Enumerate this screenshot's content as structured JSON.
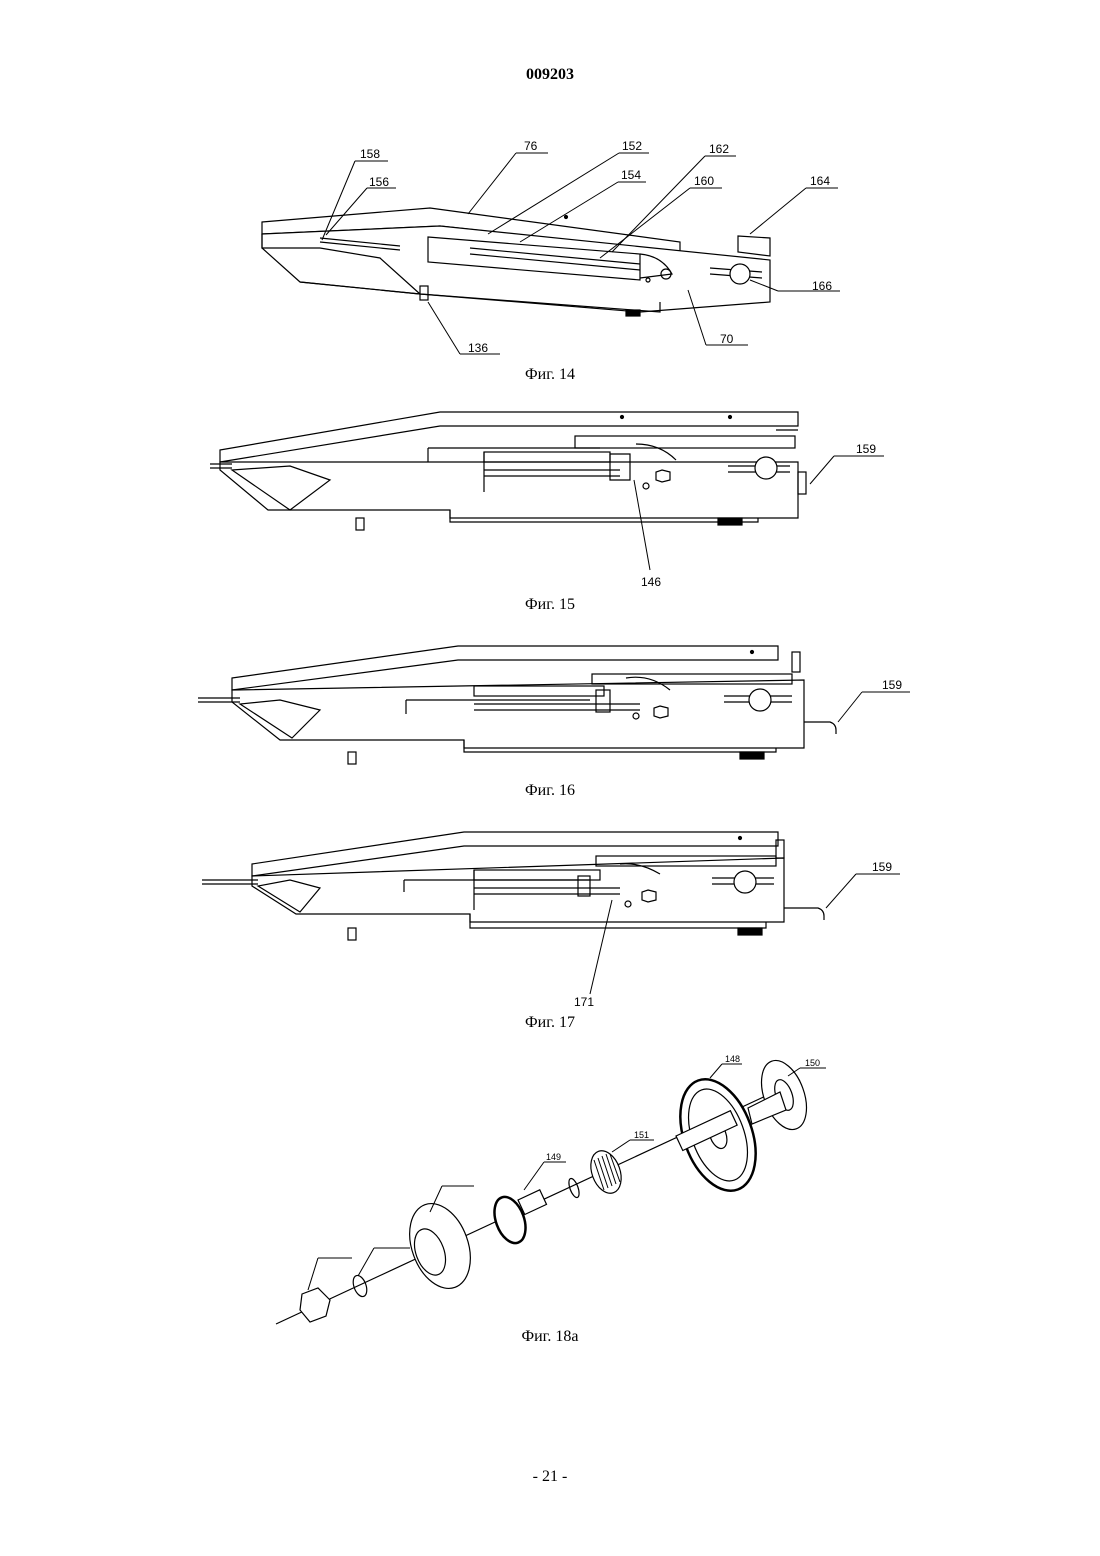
{
  "document_number": "009203",
  "page_number": "- 21 -",
  "figures": {
    "fig14": {
      "caption": "Фиг. 14",
      "labels": {
        "l158": "158",
        "l156": "156",
        "l76": "76",
        "l152": "152",
        "l154": "154",
        "l162": "162",
        "l160": "160",
        "l164": "164",
        "l166": "166",
        "l136": "136",
        "l70": "70"
      }
    },
    "fig15": {
      "caption": "Фиг. 15",
      "labels": {
        "l159": "159",
        "l146": "146"
      }
    },
    "fig16": {
      "caption": "Фиг. 16",
      "labels": {
        "l159": "159"
      }
    },
    "fig17": {
      "caption": "Фиг. 17",
      "labels": {
        "l159": "159",
        "l171": "171"
      }
    },
    "fig18a": {
      "caption": "Фиг. 18а",
      "labels": {
        "l148": "148",
        "l150": "150",
        "l149": "149",
        "l151": "151"
      }
    }
  }
}
